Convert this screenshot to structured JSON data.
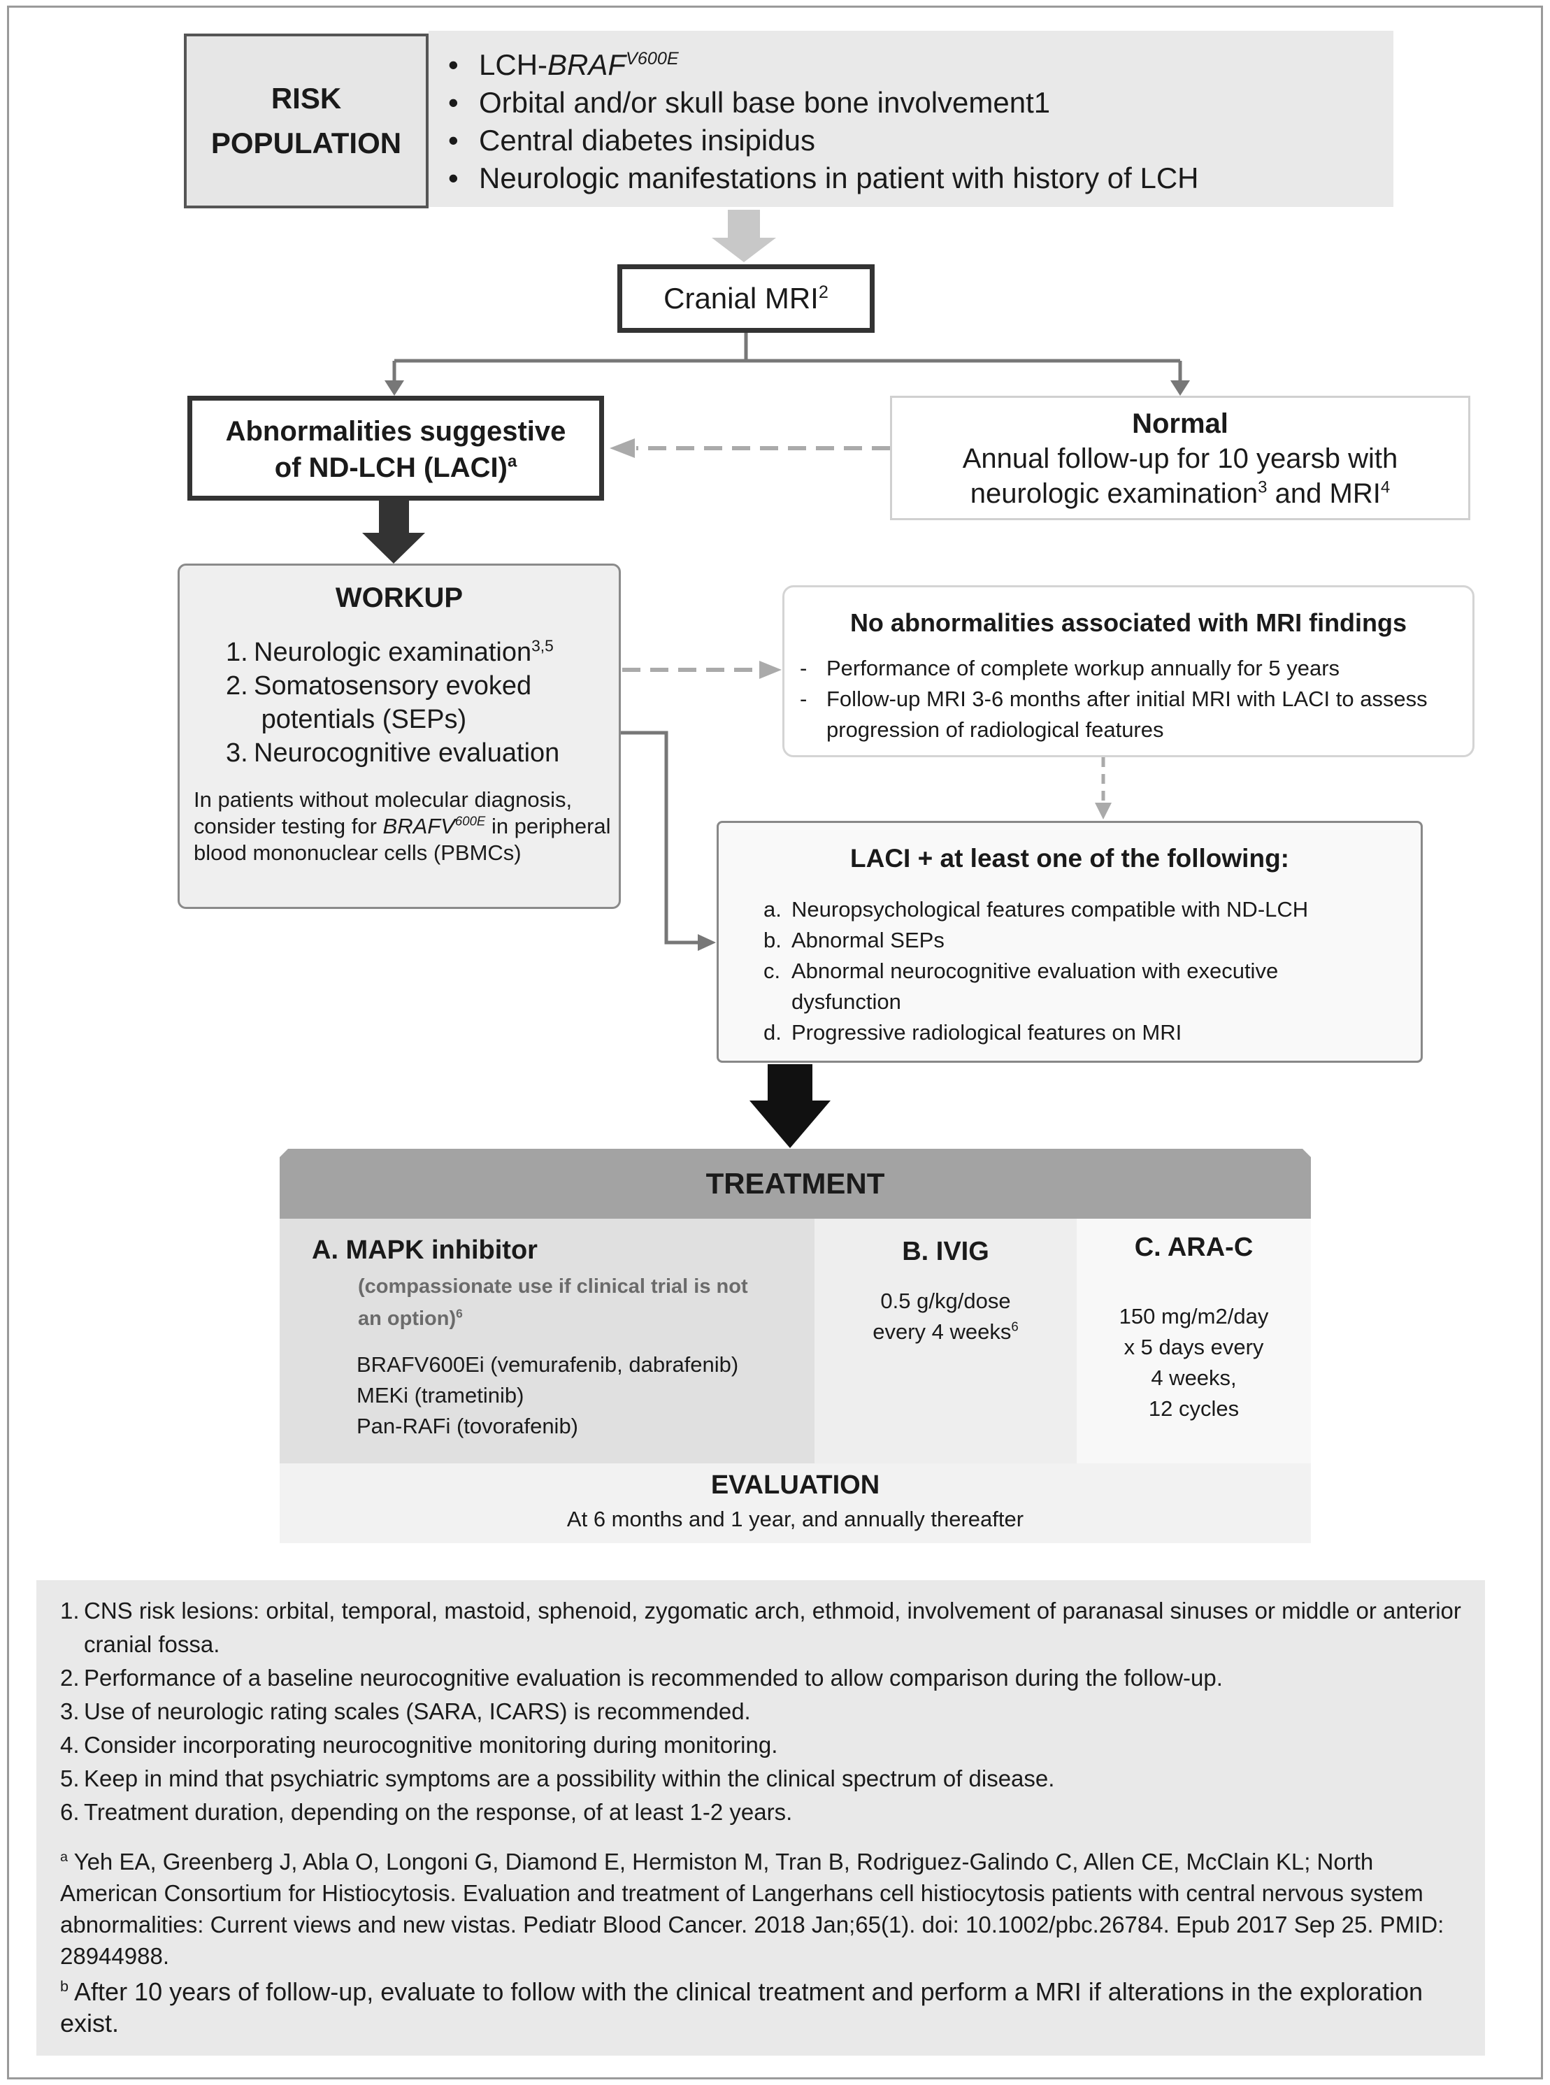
{
  "risk": {
    "label_line1": "RISK",
    "label_line2": "POPULATION",
    "items": [
      {
        "prefix": "LCH-",
        "italic": "BRAF",
        "sup": "V600E",
        "text": ""
      },
      {
        "text": "Orbital and/or skull base bone involvement1"
      },
      {
        "text": "Central diabetes insipidus"
      },
      {
        "text": "Neurologic manifestations in patient with history of LCH"
      }
    ]
  },
  "mri": {
    "label": "Cranial MRI",
    "sup": "2"
  },
  "abnormal": {
    "line1": "Abnormalities suggestive",
    "line2": "of ND-LCH (LACI)",
    "sup": "a"
  },
  "normal": {
    "title": "Normal",
    "line1": "Annual follow-up for 10 yearsb with",
    "line2a": "neurologic examination",
    "sup1": "3",
    "line2b": " and MRI",
    "sup2": "4"
  },
  "workup": {
    "title": "WORKUP",
    "items": [
      {
        "num": "1.",
        "text": "Neurologic examination",
        "sup": "3,5"
      },
      {
        "num": "2.",
        "text": "Somatosensory evoked",
        "text2": "potentials (SEPs)"
      },
      {
        "num": "3.",
        "text": "Neurocognitive evaluation"
      }
    ],
    "note_a": "In patients without molecular diagnosis, consider testing for ",
    "note_italic": "BRAFV",
    "note_sup": "600E",
    "note_b": " in peripheral blood mononuclear cells (PBMCs)"
  },
  "noabn": {
    "title": "No abnormalities associated with MRI findings",
    "items": [
      "Performance of complete workup annually for 5 years",
      "Follow-up MRI 3-6 months after initial MRI with LACI to assess progression of radiological features"
    ],
    "dash": "-"
  },
  "laci": {
    "title": "LACI + at least one of the following:",
    "items": [
      {
        "num": "a.",
        "text": "Neuropsychological features compatible with ND-LCH"
      },
      {
        "num": "b.",
        "text": "Abnormal SEPs"
      },
      {
        "num": "c.",
        "text": "Abnormal neurocognitive evaluation with executive dysfunction"
      },
      {
        "num": "d.",
        "text": "Progressive radiological features on MRI"
      }
    ]
  },
  "treatment": {
    "title": "TREATMENT",
    "a": {
      "title": "A. MAPK inhibitor",
      "sub": "(compassionate use if clinical trial is not an option)",
      "sub_sup": "6",
      "drugs": [
        "BRAFV600Ei (vemurafenib, dabrafenib)",
        "MEKi (trametinib)",
        "Pan-RAFi (tovorafenib)"
      ]
    },
    "b": {
      "title": "B. IVIG",
      "line1": "0.5 g/kg/dose",
      "line2": "every 4 weeks",
      "sup": "6"
    },
    "c": {
      "title": "C. ARA-C",
      "lines": [
        "150 mg/m2/day",
        "x 5 days every",
        "4 weeks,",
        "12 cycles"
      ]
    }
  },
  "evaluation": {
    "title": "EVALUATION",
    "text": "At 6 months and 1 year, and annually thereafter"
  },
  "footnotes": {
    "items": [
      {
        "num": "1.",
        "text": "CNS risk lesions: orbital, temporal, mastoid, sphenoid, zygomatic arch, ethmoid, involvement of paranasal sinuses or middle or anterior cranial fossa."
      },
      {
        "num": "2.",
        "text": "Performance of a baseline neurocognitive evaluation is recommended to allow comparison during the follow-up."
      },
      {
        "num": "3.",
        "text": "Use of neurologic rating scales (SARA, ICARS) is recommended."
      },
      {
        "num": "4.",
        "text": "Consider incorporating neurocognitive monitoring during monitoring."
      },
      {
        "num": "5.",
        "text": "Keep in mind that psychiatric symptoms are a possibility within the clinical spectrum of disease."
      },
      {
        "num": "6.",
        "text": "Treatment duration, depending on the response, of at least 1-2 years."
      }
    ],
    "ref_a_mark": "a",
    "ref_a": " Yeh EA, Greenberg J, Abla O, Longoni G, Diamond E, Hermiston M, Tran B, Rodriguez-Galindo C, Allen CE, McClain KL; North American Consortium for Histiocytosis. Evaluation and treatment of Langerhans cell histiocytosis patients with central nervous system abnormalities: Current views and new vistas. Pediatr Blood Cancer. 2018 Jan;65(1). doi: 10.1002/pbc.26784. Epub 2017 Sep 25. PMID: 28944988.",
    "ref_b_mark": "b",
    "ref_b": " After 10 years of follow-up, evaluate to follow with the clinical treatment and perform a MRI if alterations in the exploration exist."
  },
  "bullet": "•"
}
